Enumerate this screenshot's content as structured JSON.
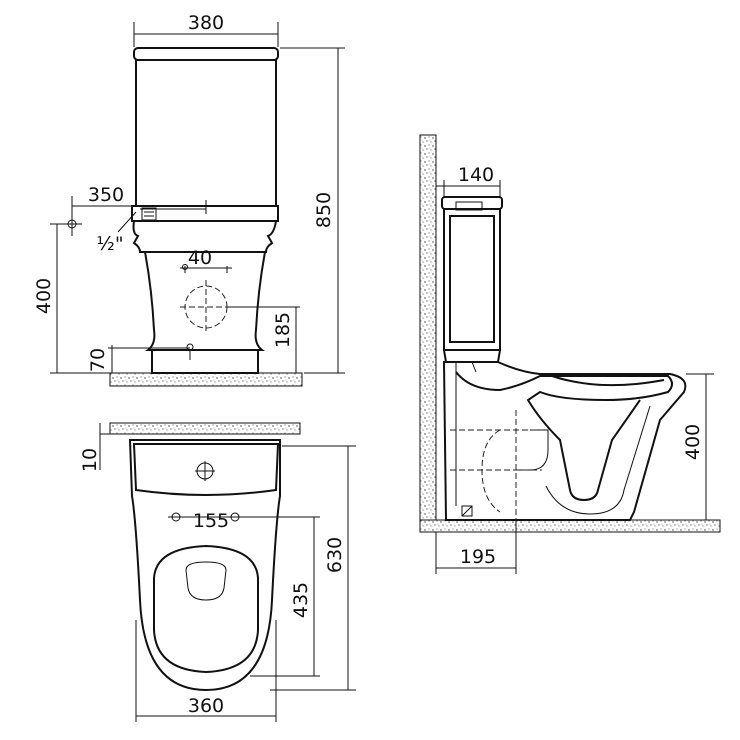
{
  "front_view": {
    "width_label": "380",
    "height_label": "850",
    "inlet_offset_label": "350",
    "inlet_thread_label": "½\"",
    "inlet_height_label": "400",
    "outlet_spacing_label": "40",
    "outlet_height_label": "185",
    "base_height_label": "70"
  },
  "top_view": {
    "wall_gap_label": "10",
    "fixing_spacing_label": "155",
    "depth_label": "630",
    "seat_depth_label": "435",
    "width_label": "360"
  },
  "side_view": {
    "cistern_depth_label": "140",
    "outlet_offset_label": "195",
    "rim_height_label": "400"
  }
}
